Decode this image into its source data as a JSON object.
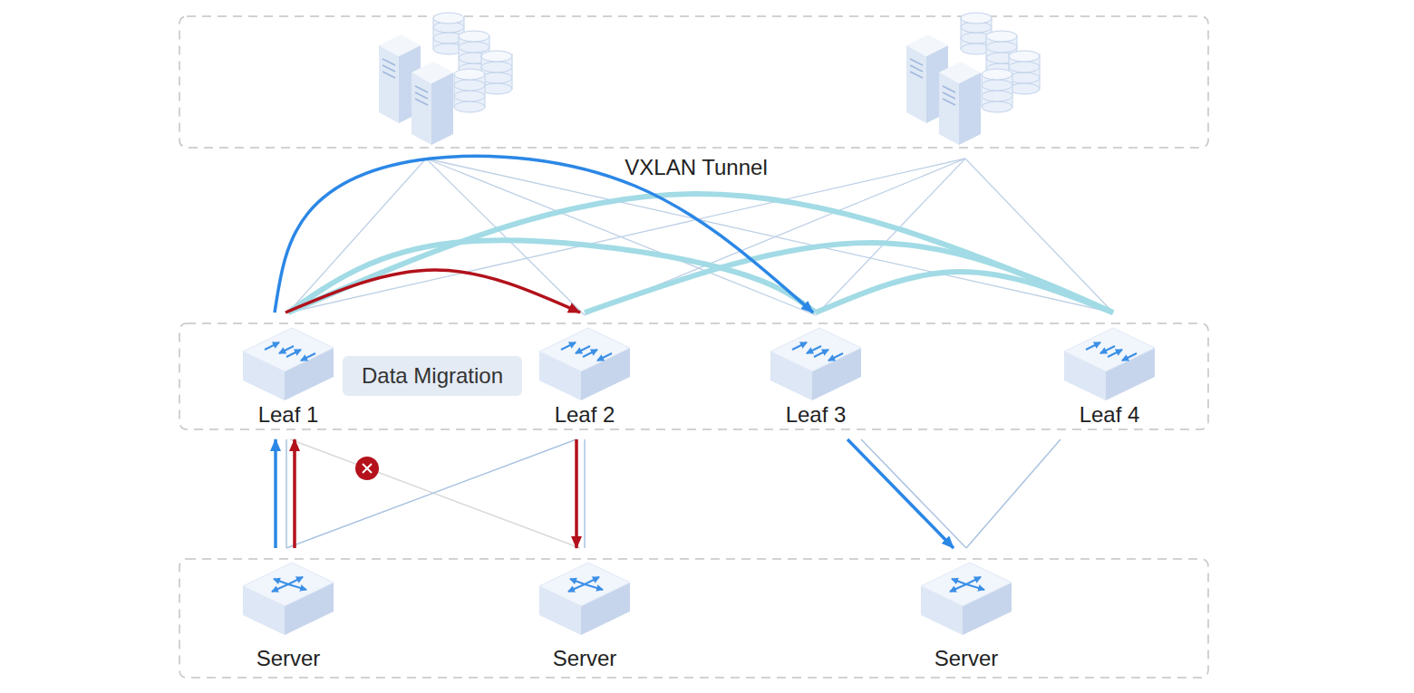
{
  "diagram": {
    "nodes": [
      {
        "text": [
          "Leaf 1"
        ]
      },
      {
        "text": [
          "Data Migration"
        ]
      },
      {
        "text": [
          "Leaf 2"
        ]
      },
      {
        "text": [
          "Leaf 3"
        ]
      },
      {
        "text": [
          "Leaf 4"
        ]
      },
      {
        "text": [
          "Server"
        ]
      },
      {
        "text": [
          "Server"
        ]
      },
      {
        "text": [
          "Server"
        ]
      }
    ],
    "edges": [
      {
        "from": 0,
        "to": 2,
        "arrow": "to"
      },
      {
        "from": 0,
        "to": 3,
        "arrow": "to"
      },
      {
        "from": 0,
        "to": 3,
        "arrow": "none"
      },
      {
        "from": 0,
        "to": 4,
        "arrow": "none"
      },
      {
        "from": 2,
        "to": 4,
        "arrow": "none"
      },
      {
        "from": 3,
        "to": 4,
        "arrow": "none"
      },
      {
        "from": 5,
        "to": 0,
        "arrow": "to"
      },
      {
        "from": 5,
        "to": 0,
        "arrow": "to"
      },
      {
        "from": 5,
        "to": 0,
        "arrow": "none"
      },
      {
        "from": 0,
        "to": 6,
        "arrow": "none"
      },
      {
        "from": 5,
        "to": 2,
        "arrow": "none"
      },
      {
        "from": 2,
        "to": 6,
        "arrow": "to"
      },
      {
        "from": 2,
        "to": 6,
        "arrow": "none"
      },
      {
        "from": 3,
        "to": 7,
        "arrow": "to"
      },
      {
        "from": 3,
        "to": 7,
        "arrow": "none"
      },
      {
        "from": 4,
        "to": 7,
        "arrow": "none"
      }
    ],
    "labels": [
      "VXLAN Tunnel"
    ]
  }
}
